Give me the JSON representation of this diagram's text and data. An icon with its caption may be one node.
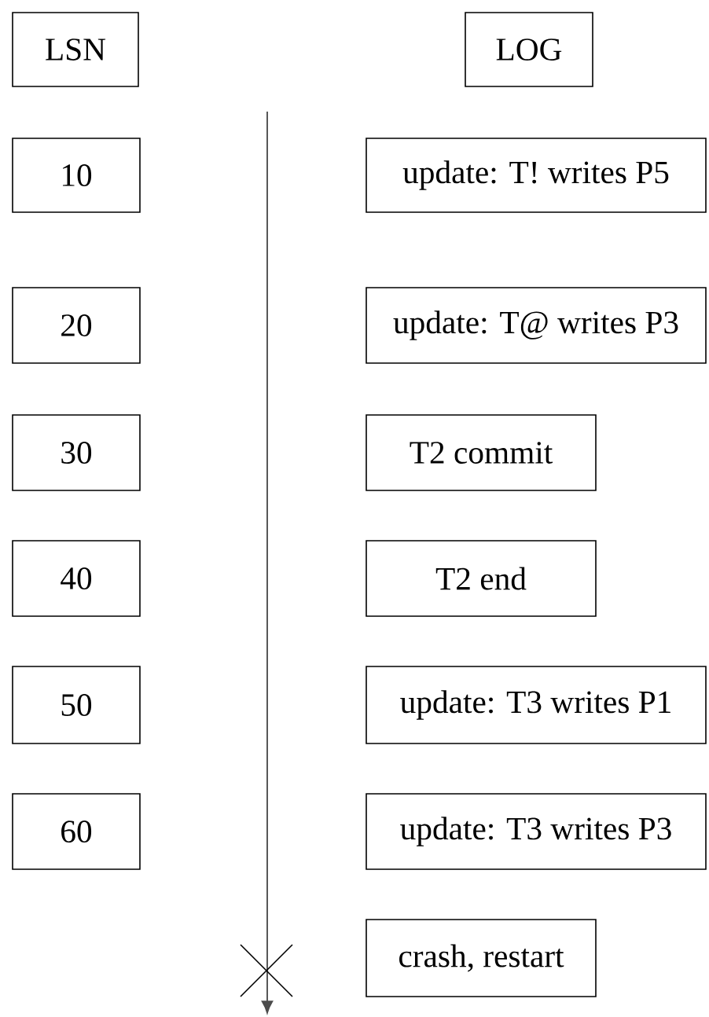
{
  "diagram": {
    "nodes": [
      {
        "text": [
          "LSN"
        ]
      },
      {
        "text": [
          "LOG"
        ]
      },
      {
        "text": [
          "10"
        ]
      },
      {
        "text": [
          "update: T! writes P5"
        ]
      },
      {
        "text": [
          "20"
        ]
      },
      {
        "text": [
          "update: T@ writes P3"
        ]
      },
      {
        "text": [
          "30"
        ]
      },
      {
        "text": [
          "T2 commit"
        ]
      },
      {
        "text": [
          "40"
        ]
      },
      {
        "text": [
          "T2 end"
        ]
      },
      {
        "text": [
          "50"
        ]
      },
      {
        "text": [
          "update: T3 writes P1"
        ]
      },
      {
        "text": [
          "60"
        ]
      },
      {
        "text": [
          "update: T3 writes P3"
        ]
      },
      {
        "text": [
          "crash, restart"
        ]
      }
    ],
    "edges": []
  }
}
